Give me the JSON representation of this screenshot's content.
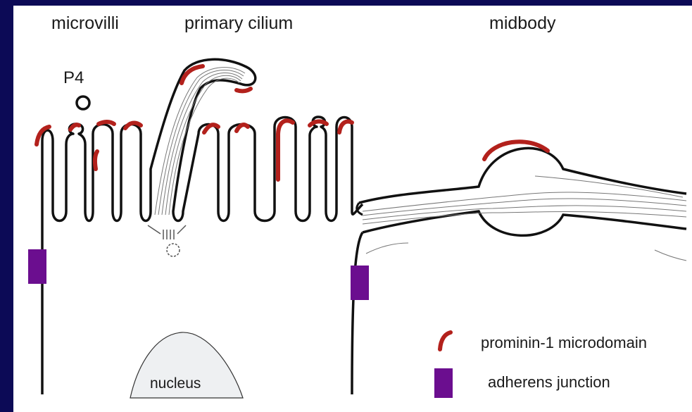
{
  "labels": {
    "microvilli": "microvilli",
    "primary_cilium": "primary cilium",
    "midbody": "midbody",
    "p4": "P4",
    "nucleus": "nucleus"
  },
  "legend": {
    "prominin": "prominin-1 microdomain",
    "adherens": "adherens junction"
  },
  "colors": {
    "background": "#0c0a56",
    "prominin": "#b3211c",
    "adherens": "#6b0e8f",
    "outline": "#111111"
  }
}
